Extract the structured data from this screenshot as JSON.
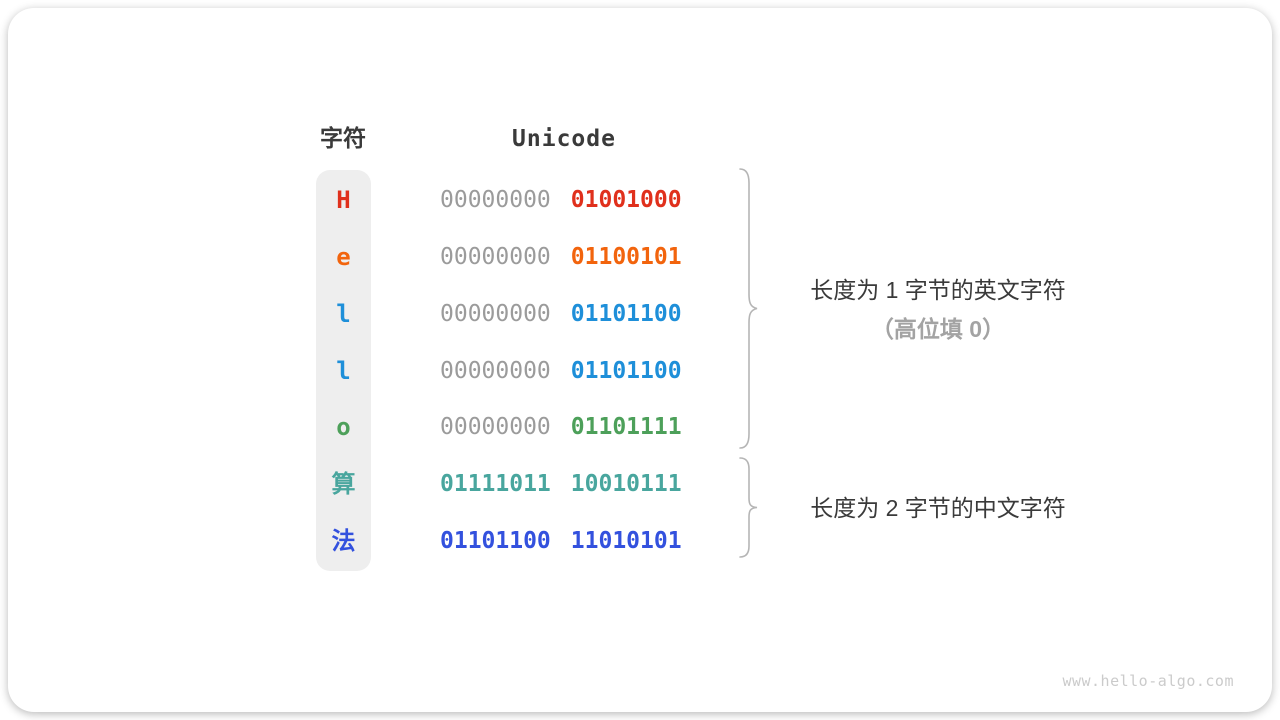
{
  "table": {
    "headers": {
      "char": "字符",
      "unicode": "Unicode"
    },
    "rows": [
      {
        "char": "H",
        "char_color": "#e0301c",
        "bytes": [
          "00000000",
          "01001000"
        ],
        "byte_colors": [
          "#9b9b9b",
          "#e0301c"
        ]
      },
      {
        "char": "e",
        "char_color": "#f2640d",
        "bytes": [
          "00000000",
          "01100101"
        ],
        "byte_colors": [
          "#9b9b9b",
          "#f2640d"
        ]
      },
      {
        "char": "l",
        "char_color": "#1e8fd9",
        "bytes": [
          "00000000",
          "01101100"
        ],
        "byte_colors": [
          "#9b9b9b",
          "#1e8fd9"
        ]
      },
      {
        "char": "l",
        "char_color": "#1e8fd9",
        "bytes": [
          "00000000",
          "01101100"
        ],
        "byte_colors": [
          "#9b9b9b",
          "#1e8fd9"
        ]
      },
      {
        "char": "o",
        "char_color": "#4da05a",
        "bytes": [
          "00000000",
          "01101111"
        ],
        "byte_colors": [
          "#9b9b9b",
          "#4da05a"
        ]
      },
      {
        "char": "算",
        "char_color": "#49a69e",
        "bytes": [
          "01111011",
          "10010111"
        ],
        "byte_colors": [
          "#49a69e",
          "#49a69e"
        ]
      },
      {
        "char": "法",
        "char_color": "#3351de",
        "bytes": [
          "01101100",
          "11010101"
        ],
        "byte_colors": [
          "#3351de",
          "#3351de"
        ]
      }
    ]
  },
  "annotations": {
    "english_group": {
      "line1": "长度为 1 字节的英文字符",
      "line2": "（高位填 0）"
    },
    "chinese_group": {
      "line1": "长度为 2 字节的中文字符"
    }
  },
  "watermark": "www.hello-algo.com",
  "colors": {
    "text_dark": "#3a3a3a",
    "text_gray": "#9b9b9b",
    "annotation_gray": "#a3a3a3",
    "char_column_bg": "#eeeeee",
    "brace": "#b5b5b5",
    "watermark": "#cbcbcb"
  }
}
